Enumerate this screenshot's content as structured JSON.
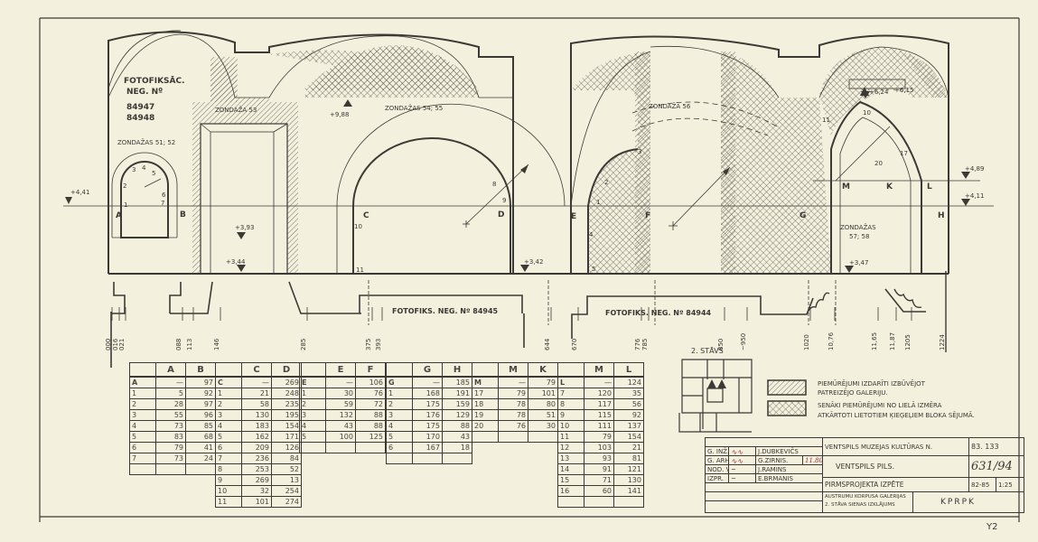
{
  "drawing": {
    "left": {
      "photo_note": "FOTOFIKSĀC.",
      "photo_note2": "NEG. Nº",
      "photo_neg1": "84947",
      "photo_neg2": "84948",
      "probe_51_52": "ZONDAŽAS 51; 52",
      "probe_53": "ZONDAŽA 53",
      "probe_54_55": "ZONDAŽAS 54; 55",
      "levels": [
        "+4,41",
        "+3,93",
        "+3,44",
        "+9,88",
        "+3,42"
      ],
      "points": [
        "A",
        "B",
        "C",
        "D",
        "1",
        "2",
        "3",
        "4",
        "5",
        "6",
        "7",
        "8",
        "9",
        "10",
        "11"
      ]
    },
    "right": {
      "probe_56": "ZONDAŽA 56",
      "probe_57_58": "ZONDAŽAS",
      "probe_57_58b": "57; 58",
      "levels": [
        "+6,24",
        "+6,15",
        "+4,89",
        "+4,11",
        "+3,47"
      ],
      "points": [
        "E",
        "F",
        "G",
        "H",
        "M",
        "K",
        "L",
        "1",
        "2",
        "3",
        "4",
        "5",
        "11",
        "10",
        "20",
        "17"
      ]
    },
    "plan": {
      "photo_left": "FOTOFIKS. NEG. Nº 84945",
      "photo_right": "FOTOFIKS. NEG. Nº 84944",
      "dimensions": [
        "000",
        "016",
        "021",
        "088",
        "113",
        "146",
        "285",
        "375",
        "393",
        "644",
        "670",
        "776",
        "785",
        "850",
        "~950",
        "1020",
        "10,76",
        "11,65",
        "11,87",
        "1205",
        "1224"
      ]
    }
  },
  "tables": [
    {
      "cols": [
        "A",
        "B"
      ],
      "rows": [
        [
          "A",
          "—",
          "97"
        ],
        [
          "1",
          "5",
          "92"
        ],
        [
          "2",
          "28",
          "97"
        ],
        [
          "3",
          "55",
          "96"
        ],
        [
          "4",
          "73",
          "85"
        ],
        [
          "5",
          "83",
          "68"
        ],
        [
          "6",
          "79",
          "41"
        ],
        [
          "7",
          "73",
          "24"
        ],
        [
          "",
          "",
          ""
        ]
      ]
    },
    {
      "cols": [
        "C",
        "D"
      ],
      "rows": [
        [
          "C",
          "—",
          "269"
        ],
        [
          "1",
          "21",
          "248"
        ],
        [
          "2",
          "58",
          "235"
        ],
        [
          "3",
          "130",
          "195"
        ],
        [
          "4",
          "183",
          "154"
        ],
        [
          "5",
          "162",
          "171"
        ],
        [
          "6",
          "209",
          "126"
        ],
        [
          "7",
          "236",
          "84"
        ],
        [
          "8",
          "253",
          "52"
        ],
        [
          "9",
          "269",
          "13"
        ],
        [
          "10",
          "32",
          "254"
        ],
        [
          "11",
          "101",
          "274"
        ]
      ]
    },
    {
      "cols": [
        "E",
        "F"
      ],
      "rows": [
        [
          "E",
          "—",
          "106"
        ],
        [
          "1",
          "30",
          "76"
        ],
        [
          "2",
          "59",
          "72"
        ],
        [
          "3",
          "132",
          "88"
        ],
        [
          "4",
          "43",
          "88"
        ],
        [
          "5",
          "100",
          "125"
        ],
        [
          "",
          "",
          ""
        ]
      ]
    },
    {
      "cols": [
        "G",
        "H"
      ],
      "rows": [
        [
          "G",
          "—",
          "185"
        ],
        [
          "1",
          "168",
          "191"
        ],
        [
          "2",
          "175",
          "159"
        ],
        [
          "3",
          "176",
          "129"
        ],
        [
          "4",
          "175",
          "88"
        ],
        [
          "5",
          "170",
          "43"
        ],
        [
          "6",
          "167",
          "18"
        ],
        [
          "",
          "",
          ""
        ]
      ]
    },
    {
      "cols": [
        "M",
        "K"
      ],
      "rows": [
        [
          "M",
          "—",
          "79"
        ],
        [
          "17",
          "79",
          "101"
        ],
        [
          "18",
          "78",
          "80"
        ],
        [
          "19",
          "78",
          "51"
        ],
        [
          "20",
          "76",
          "30"
        ],
        [
          "",
          "",
          ""
        ]
      ]
    },
    {
      "cols": [
        "M",
        "L"
      ],
      "rows": [
        [
          "L",
          "—",
          "124"
        ],
        [
          "7",
          "120",
          "35"
        ],
        [
          "8",
          "117",
          "56"
        ],
        [
          "9",
          "115",
          "92"
        ],
        [
          "10",
          "111",
          "137"
        ],
        [
          "11",
          "79",
          "154"
        ],
        [
          "12",
          "103",
          "21"
        ],
        [
          "13",
          "93",
          "81"
        ],
        [
          "14",
          "91",
          "121"
        ],
        [
          "15",
          "71",
          "130"
        ],
        [
          "16",
          "60",
          "141"
        ],
        [
          "",
          "",
          ""
        ]
      ]
    }
  ],
  "key_plan": {
    "title": "2. STĀVS"
  },
  "legend": [
    {
      "pattern": "diagonal-hatch",
      "text1": "PIEMŪRĒJUMI IZDARĪTI IZBŪVĒJOT",
      "text2": "PATREIZĒJO GALERIJU."
    },
    {
      "pattern": "cross-hatch",
      "text1": "SENĀKI PIEMŪRĒJUMI NO LIELĀ IZMĒRA",
      "text2": "ATKĀRTOTI LIETOTIEM ĶIEĢEĻIEM BLOKA SĒJUMĀ."
    }
  ],
  "title_block": {
    "signers": [
      {
        "role": "G. INŽ.",
        "name": "J.DUBKEVIČS",
        "date": ""
      },
      {
        "role": "G. ARH.",
        "name": "G.ZIRNIS.",
        "date": "11.80"
      },
      {
        "role": "NOD. V.",
        "name": "J.RAMINS",
        "date": ""
      },
      {
        "role": "IZPR.",
        "name": "E.BRMANIS",
        "date": ""
      }
    ],
    "institution": "VENTSPILS MUZEJAS KULTŪRAS N.",
    "code": "83. 133",
    "object": "VENTSPILS PILS.",
    "sheet_number": "631/94",
    "stage": "PIRMSPROJEKTA IZPĒTE",
    "years": "82-85",
    "scale": "1:25",
    "sheet_title1": "AUSTRUMU KORPUSA GALERIJAS",
    "sheet_title2": "2. STĀVA SIENAS IZKLĀJUMS",
    "org": "KPRPK"
  },
  "corner_mark": "Y2"
}
